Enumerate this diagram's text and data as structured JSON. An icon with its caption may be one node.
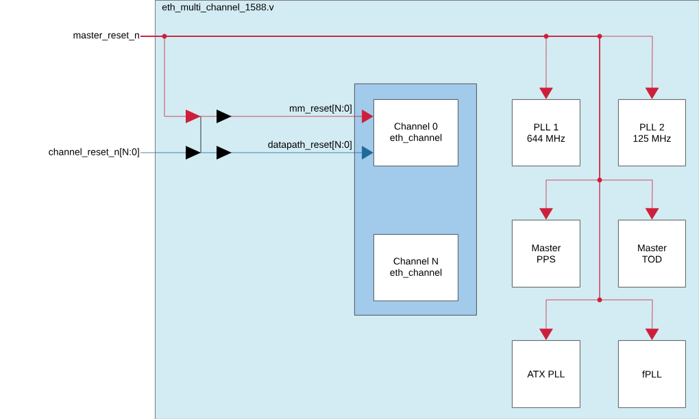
{
  "diagram": {
    "nodes": [
      {
        "text": [
          "eth_multi_channel_1588.v"
        ]
      },
      {
        "text": [
          "master_reset_n"
        ]
      },
      {
        "text": [
          "channel_reset_n[N:0]"
        ]
      },
      {
        "text": [],
        "shape": "box",
        "in": 0
      },
      {
        "text": [
          "Channel 0",
          "eth_channel"
        ],
        "in": 3
      },
      {
        "text": [
          "Channel  N",
          "eth_channel"
        ],
        "in": 3
      },
      {
        "text": [
          "PLL 1",
          "644 MHz"
        ],
        "in": 0
      },
      {
        "text": [
          "PLL 2",
          "125 MHz"
        ],
        "in": 0
      },
      {
        "text": [
          "Master",
          "PPS"
        ],
        "in": 0
      },
      {
        "text": [
          "Master",
          "TOD"
        ],
        "in": 0
      },
      {
        "text": [
          "ATX PLL"
        ],
        "in": 0
      },
      {
        "text": [
          "fPLL"
        ],
        "in": 0
      }
    ],
    "edges": [
      {
        "from": 1,
        "to": 4,
        "arrow": "to",
        "label": "mm_reset[N:0]"
      },
      {
        "from": 2,
        "to": 4,
        "arrow": "to",
        "label": "datapath_reset[N:0]",
        "color": "#1f6a9a"
      },
      {
        "from": 1,
        "to": 6,
        "arrow": "to"
      },
      {
        "from": 1,
        "to": 7,
        "arrow": "to"
      },
      {
        "from": 1,
        "to": 8,
        "arrow": "to"
      },
      {
        "from": 1,
        "to": 9,
        "arrow": "to"
      },
      {
        "from": 1,
        "to": 10,
        "arrow": "to"
      },
      {
        "from": 1,
        "to": 11,
        "arrow": "to"
      }
    ]
  }
}
